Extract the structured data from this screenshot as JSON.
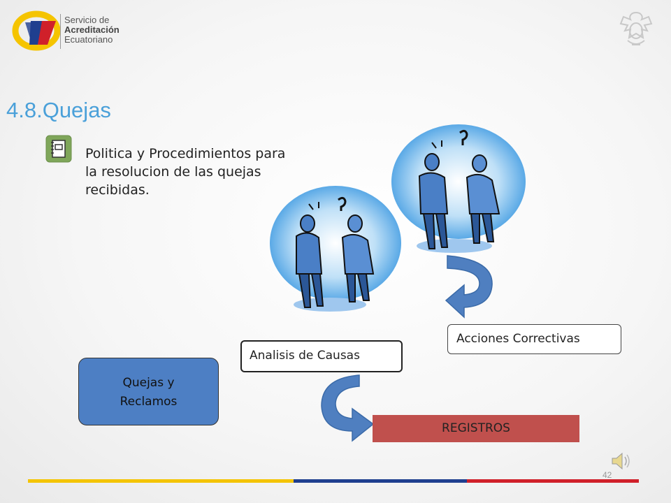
{
  "header": {
    "logo_line1": "Servicio de",
    "logo_line2": "Acreditación",
    "logo_line3": "Ecuatoriano"
  },
  "slide": {
    "title": "4.8.Quejas",
    "bullet_text": "Politica y Procedimientos para la resolucion de las quejas recibidas.",
    "boxes": {
      "acciones": "Acciones Correctivas",
      "analisis": "Analisis de Causas",
      "quejas_line1": "Quejas y",
      "quejas_line2": "Reclamos",
      "registros": "REGISTROS"
    },
    "page_number": "42"
  },
  "colors": {
    "title": "#4aa0d9",
    "quejas_box": "#4d7fc4",
    "registros_box": "#c0504d",
    "arrow": "#4f7fc0",
    "footer_yellow": "#f4c400",
    "footer_blue": "#1f3f8f",
    "footer_red": "#d0202a"
  },
  "icons": [
    "logo-icon",
    "crest-icon",
    "notepad-icon",
    "men-clipart-left",
    "men-clipart-right",
    "curved-arrow-right",
    "curved-arrow-down",
    "speaker-icon"
  ]
}
